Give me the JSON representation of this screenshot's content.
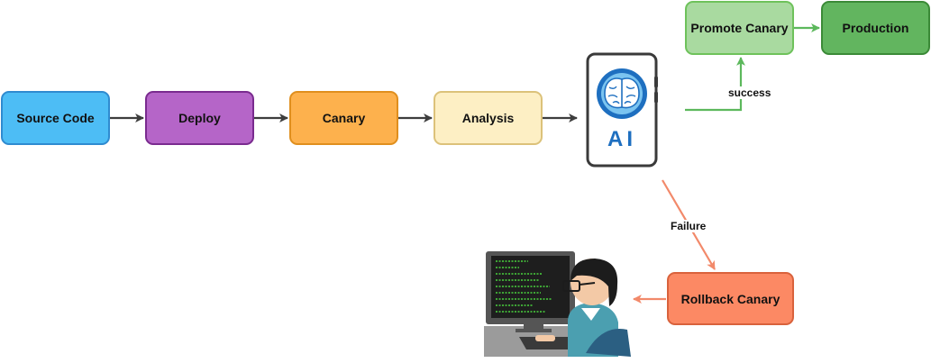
{
  "nodes": {
    "source_code": "Source Code",
    "deploy": "Deploy",
    "canary": "Canary",
    "analysis": "Analysis",
    "promote_canary": "Promote Canary",
    "production": "Production",
    "rollback_canary": "Rollback Canary"
  },
  "ai_device": {
    "label": "AI"
  },
  "edges": {
    "success_label": "success",
    "failure_label": "Failure"
  },
  "colors": {
    "source_code_fill": "#4dbdf5",
    "deploy_fill": "#b565c8",
    "canary_fill": "#fdb14d",
    "analysis_fill": "#fdefc4",
    "promote_fill": "#a9daa0",
    "production_fill": "#62b55f",
    "rollback_fill": "#fc8964",
    "success_edge": "#5cb85c",
    "failure_edge": "#f2896a",
    "pipeline_edge": "#3d3d3d"
  }
}
